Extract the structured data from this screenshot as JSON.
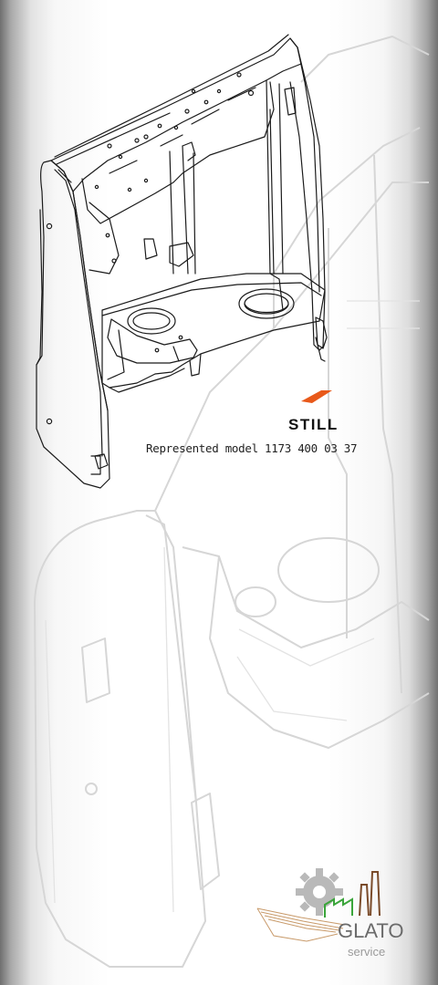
{
  "brand": {
    "name": "STILL",
    "accent_color": "#e8591a"
  },
  "caption": {
    "text": "Represented model 1173 400 03 37"
  },
  "watermark_logo": {
    "name": "GLATO",
    "tagline": "service",
    "accent_color": "#3aa53a"
  }
}
